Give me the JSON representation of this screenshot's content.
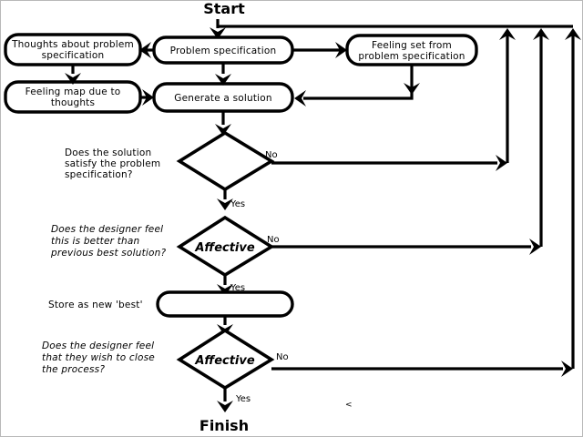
{
  "diagram": {
    "title_start": "Start",
    "title_finish": "Finish",
    "stray_mark": "<",
    "colors": {
      "stroke": "#000000",
      "fill": "#ffffff",
      "frame": "#b9b9b9"
    },
    "nodes": [
      {
        "id": "problem-specification",
        "label": "Problem specification",
        "shape": "rounded-rect"
      },
      {
        "id": "thoughts-about-problem-specification",
        "label_line1": "Thoughts about problem",
        "label_line2": "specification",
        "shape": "rounded-rect"
      },
      {
        "id": "feeling-set-from-problem-specification",
        "label_line1": "Feeling set from",
        "label_line2": "problem specification",
        "shape": "rounded-rect"
      },
      {
        "id": "feeling-map-due-to-thoughts",
        "label_line1": "Feeling map due to",
        "label_line2": "thoughts",
        "shape": "rounded-rect"
      },
      {
        "id": "generate-a-solution",
        "label": "Generate a solution",
        "shape": "rounded-rect"
      },
      {
        "id": "store-as-new-best",
        "label": "",
        "external_label": "Store as new 'best'",
        "shape": "rounded-rect"
      }
    ],
    "decisions": [
      {
        "id": "decision-satisfies-specification",
        "inner_label": "",
        "question_line1": "Does the solution",
        "question_line2": "satisfy the problem",
        "question_line3": "specification?",
        "yes_label": "Yes",
        "no_label": "No",
        "italic": false
      },
      {
        "id": "decision-better-than-previous-best",
        "inner_label": "Affective",
        "question_line1": "Does the designer feel",
        "question_line2": "this is better than",
        "question_line3": "previous best solution?",
        "yes_label": "Yes",
        "no_label": "No",
        "italic": true
      },
      {
        "id": "decision-close-the-process",
        "inner_label": "Affective",
        "question_line1": "Does the designer feel",
        "question_line2": "that they wish to close",
        "question_line3": "the process?",
        "yes_label": "Yes",
        "no_label": "No",
        "italic": true
      }
    ]
  }
}
